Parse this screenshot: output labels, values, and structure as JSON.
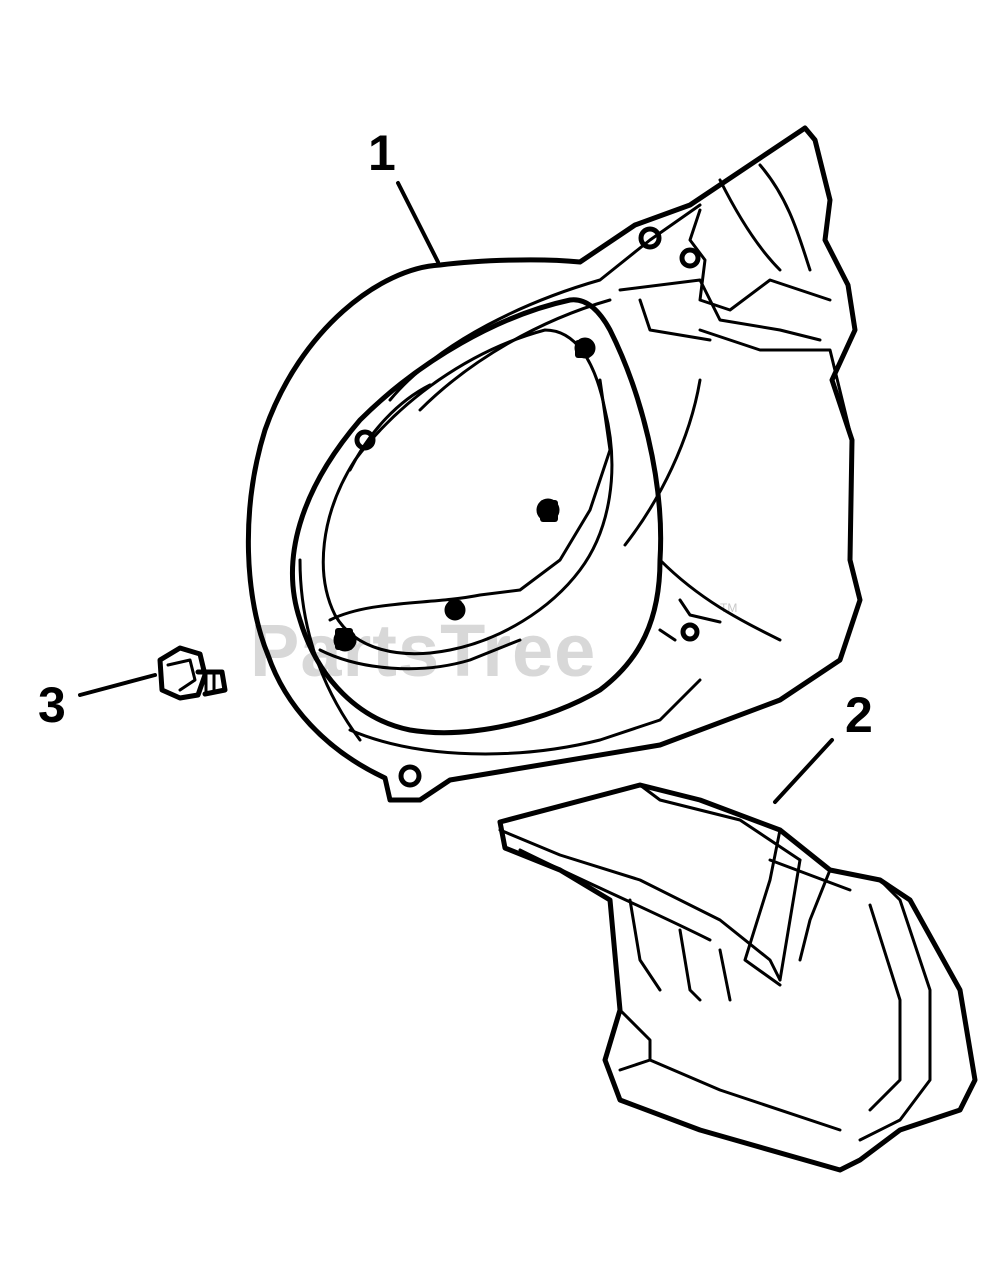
{
  "watermark": {
    "text": "PartsTree",
    "trademark": "TM"
  },
  "callouts": [
    {
      "id": "part-1",
      "number": "1",
      "part": "blower-housing"
    },
    {
      "id": "part-2",
      "number": "2",
      "part": "air-guide"
    },
    {
      "id": "part-3",
      "number": "3",
      "part": "flange-screw"
    }
  ],
  "colors": {
    "line": "#000000",
    "background": "#ffffff",
    "watermark": "#d8d8d8"
  }
}
